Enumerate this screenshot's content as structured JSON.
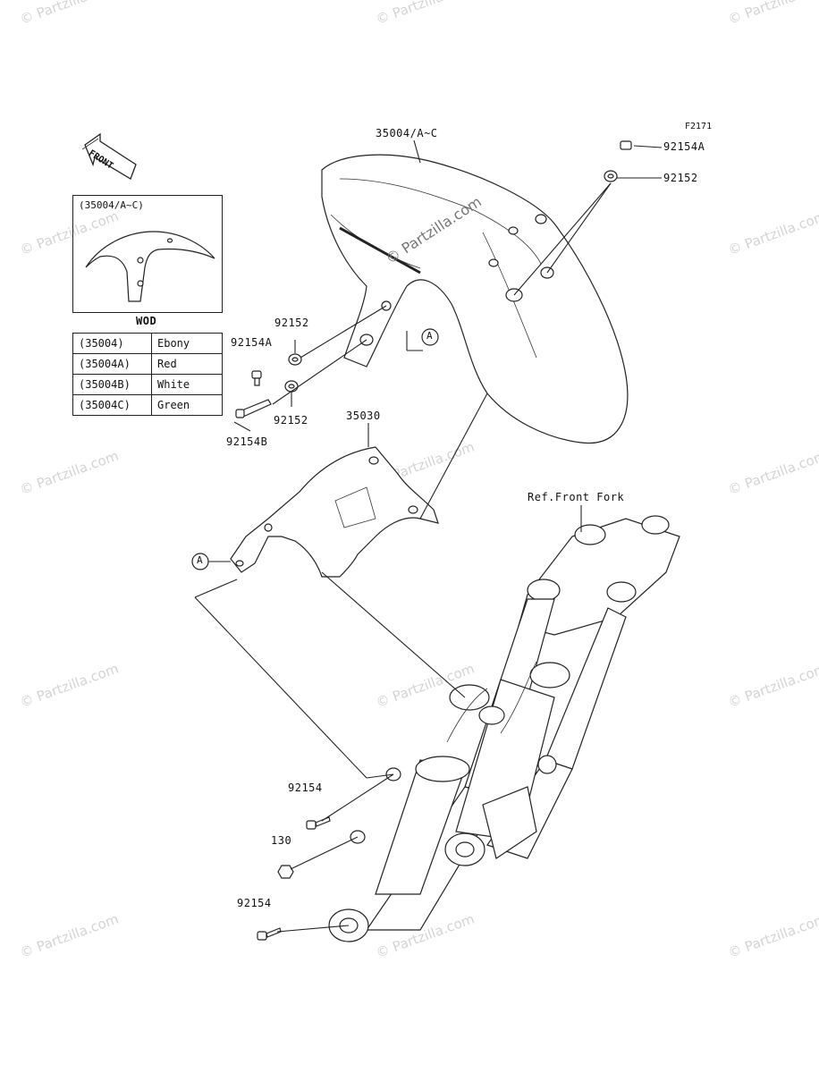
{
  "figure_code": "F2171",
  "front_arrow_label": "FRONT",
  "watermark_text": "© Partzilla.com",
  "center_watermark": "© Partzilla.com",
  "inset": {
    "title": "(35004/A~C)",
    "caption": "WOD"
  },
  "color_table": [
    {
      "code": "(35004)",
      "color": "Ebony"
    },
    {
      "code": "(35004A)",
      "color": "Red"
    },
    {
      "code": "(35004B)",
      "color": "White"
    },
    {
      "code": "(35004C)",
      "color": "Green"
    }
  ],
  "callouts": {
    "fender": "35004/A~C",
    "bolt_top": "92154A",
    "washer_top": "92152",
    "washer_left_upper": "92152",
    "bolt_left": "92154A",
    "washer_left_lower": "92152",
    "bolt_long": "92154B",
    "bracket": "35030",
    "ref_fork": "Ref.Front Fork",
    "bolt_lower_1": "92154",
    "bolt_lower_130": "130",
    "bolt_lower_2": "92154",
    "ref_a": "A"
  }
}
